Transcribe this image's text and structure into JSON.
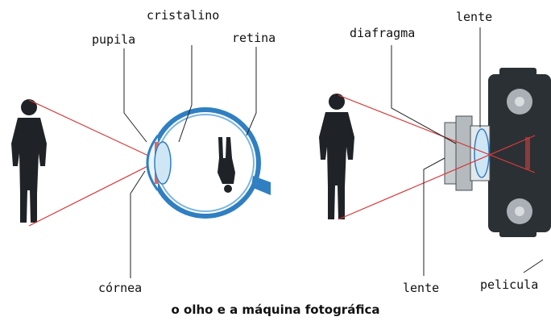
{
  "labels": {
    "cristalino": "cristalino",
    "pupila": "pupila",
    "retina": "retina",
    "cornea": "córnea",
    "diafragma": "diafragma",
    "lente_top": "lente",
    "lente_bottom": "lente",
    "pelicula": "pelicula"
  },
  "caption": "o olho e a máquina fotográfica",
  "colors": {
    "ray": "#d63a3a",
    "eye_blue": "#2f7fc2",
    "lens_light": "#cfe6f5",
    "camera_body": "#2b3035",
    "silhouette": "#1f2328"
  }
}
